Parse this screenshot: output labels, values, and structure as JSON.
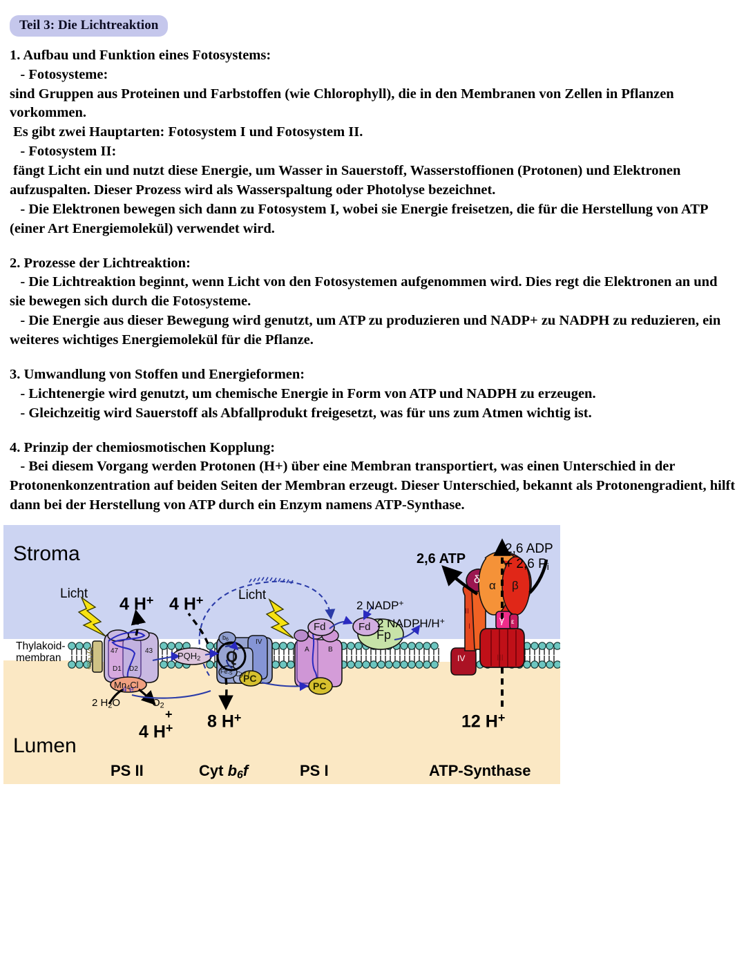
{
  "document": {
    "title_badge": "Teil 3: Die Lichtreaktion",
    "sections": [
      {
        "heading": "1. Aufbau und Funktion eines Fotosystems:",
        "lines": [
          "   - Fotosysteme:",
          "sind Gruppen aus Proteinen und Farbstoffen (wie Chlorophyll), die in den Membranen von Zellen in Pflanzen vorkommen.",
          " Es gibt zwei Hauptarten: Fotosystem I und Fotosystem II.",
          "   - Fotosystem II:",
          " fängt Licht ein und nutzt diese Energie, um Wasser in Sauerstoff, Wasserstoffionen (Protonen) und Elektronen aufzuspalten. Dieser Prozess wird als Wasserspaltung oder Photolyse bezeichnet.",
          "   - Die Elektronen bewegen sich dann zu Fotosystem I, wobei sie Energie freisetzen, die für die Herstellung von ATP (einer Art Energiemolekül) verwendet wird."
        ]
      },
      {
        "heading": "2. Prozesse der Lichtreaktion:",
        "lines": [
          "   - Die Lichtreaktion beginnt, wenn Licht von den Fotosystemen aufgenommen wird. Dies regt die Elektronen an und sie bewegen sich durch die Fotosysteme.",
          "   - Die Energie aus dieser Bewegung wird genutzt, um ATP zu produzieren und NADP+ zu NADPH zu reduzieren, ein weiteres wichtiges Energiemolekül für die Pflanze."
        ]
      },
      {
        "heading": "3. Umwandlung von Stoffen und Energieformen:",
        "lines": [
          "   - Lichtenergie wird genutzt, um chemische Energie in Form von ATP und NADPH zu erzeugen.",
          "   - Gleichzeitig wird Sauerstoff als Abfallprodukt freigesetzt, was für uns zum Atmen wichtig ist."
        ]
      },
      {
        "heading": "4. Prinzip der chemiosmotischen Kopplung:",
        "lines": [
          "   - Bei diesem Vorgang werden Protonen (H+) über eine Membran transportiert, was einen Unterschied in der Protonenkonzentration auf beiden Seiten der Membran erzeugt. Dieser Unterschied, bekannt als Protonengradient, hilft dann bei der Herstellung von ATP durch ein Enzym namens ATP-Synthase."
        ]
      }
    ]
  },
  "figure": {
    "compartments": {
      "stroma": "Stroma",
      "lumen": "Lumen",
      "membrane": "Thylakoid-\nmembran"
    },
    "light_labels": {
      "left": "Licht",
      "right": "Licht"
    },
    "proton_labels": {
      "stroma_left": "4 H",
      "stroma_right": "4 H",
      "lumen_psii": "4 H",
      "lumen_cytbf": "8 H",
      "lumen_atpsynthase": "12 H",
      "superscript": "+"
    },
    "water_split": {
      "substrate": "2 H2O",
      "electrons": "4 e−",
      "product_o2": "O2",
      "plus": "+"
    },
    "nadp": {
      "substrate": "2 NADP",
      "substrate_sup": "+",
      "product": "2 NADPH/H",
      "product_sup": "+"
    },
    "atp_synthesis": {
      "product": "2,6 ATP",
      "substrate_line1": "2,6 ADP",
      "substrate_line2": "+ 2,6 P",
      "substrate_sub": "i"
    },
    "complex_names": {
      "psii": "PS II",
      "cytb6f": "Cyt b6f",
      "cytb6f_parts": {
        "prefix": "Cyt ",
        "b": "b",
        "sub6": "6",
        "f": "f"
      },
      "psi": "PS I",
      "atp_synthase": "ATP-Synthase"
    },
    "subunit_labels": {
      "psii": [
        "Cyt b559",
        "47",
        "43",
        "D1",
        "D2",
        "Mn4Cl"
      ],
      "pool": [
        "PQH2"
      ],
      "cytb6f": [
        "b6",
        "Q",
        "Fe-S",
        "IV",
        "Cyt f",
        "PC"
      ],
      "psi": [
        "A",
        "B",
        "Fd",
        "PC"
      ],
      "fnr": [
        "Fd",
        "Fp"
      ],
      "atp_synthase": [
        "δ",
        "α",
        "β",
        "γ",
        "ε",
        "I",
        "II",
        "III",
        "IV"
      ]
    },
    "colors": {
      "stroma_bg": "#ccd4f2",
      "lumen_bg": "#fbe8c4",
      "membrane_head": "#6dc6c0",
      "psii_complex": "#c9b9e2",
      "psi_complex": "#d49cd8",
      "cytb6f_complex": "#8e9cd0",
      "atp_synthase_alpha": "#f59238",
      "atp_synthase_beta": "#e02718",
      "pc_yellow": "#d6c02e",
      "mn_cluster": "#f0a080",
      "light_bolt": "#f7e212",
      "electron_arrow": "#2a2ac0",
      "badge": "#c5c7ec"
    }
  }
}
